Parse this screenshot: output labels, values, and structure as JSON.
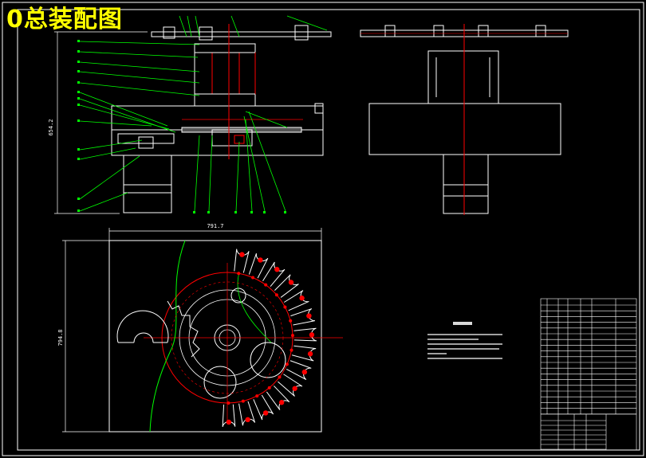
{
  "title": "0总装配图",
  "dimensions": {
    "top_width": "791.7",
    "left_height": "794.8",
    "upper_height": "654.2"
  },
  "colors": {
    "background": "#000000",
    "frame": "#ffffff",
    "leader": "#00ff00",
    "centerline": "#ff0000",
    "hidden": "#ff00ff",
    "part_highlight": "#ff0000",
    "title_text": "#ffff00"
  }
}
